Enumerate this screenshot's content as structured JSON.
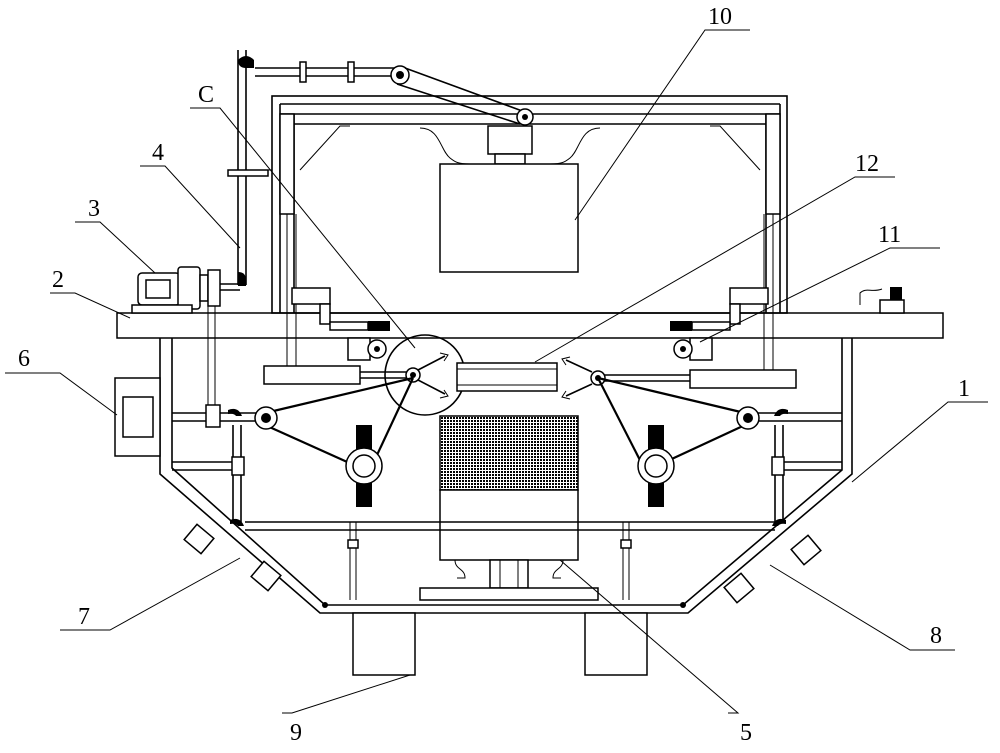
{
  "labels": {
    "l1": "1",
    "l2": "2",
    "l3": "3",
    "l4": "4",
    "l5": "5",
    "l6": "6",
    "l7": "7",
    "l8": "8",
    "l9": "9",
    "l10": "10",
    "l11": "11",
    "l12": "12",
    "lC": "C"
  }
}
